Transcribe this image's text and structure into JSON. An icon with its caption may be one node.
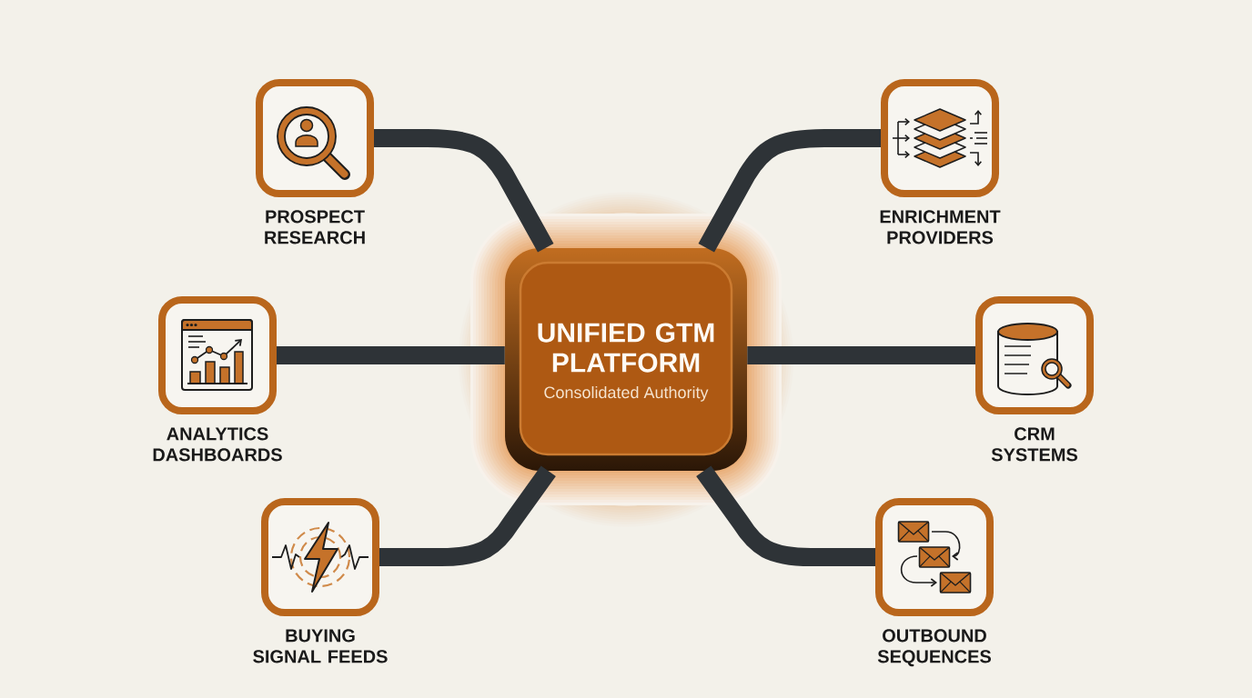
{
  "diagram": {
    "nodes": [
      {
        "text": [
          "PROSPECT RESEARCH"
        ]
      },
      {
        "text": [
          "ENRICHMENT PROVIDERS"
        ]
      },
      {
        "text": [
          "UNIFIED GTM PLATFORM",
          "Consolidated Authority"
        ]
      },
      {
        "text": [
          "ANALYTICS DASHBOARDS"
        ]
      },
      {
        "text": [
          "CRM SYSTEMS"
        ]
      },
      {
        "text": [
          "BUYING SIGNAL FEEDS"
        ]
      },
      {
        "text": [
          "OUTBOUND SEQUENCES"
        ]
      }
    ],
    "edges": [
      {
        "from": 0,
        "to": 2,
        "arrow": "none"
      },
      {
        "from": 1,
        "to": 2,
        "arrow": "none"
      },
      {
        "from": 3,
        "to": 2,
        "arrow": "none"
      },
      {
        "from": 4,
        "to": 2,
        "arrow": "none"
      },
      {
        "from": 5,
        "to": 2,
        "arrow": "none"
      },
      {
        "from": 6,
        "to": 2,
        "arrow": "none"
      }
    ]
  }
}
